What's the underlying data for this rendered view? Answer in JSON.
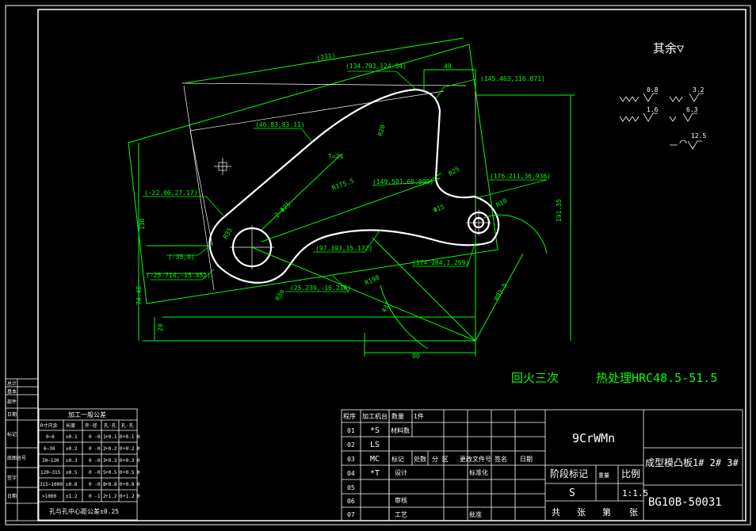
{
  "colors": {
    "background": "#000000",
    "frame": "#ffffff",
    "dimension": "#00ff00",
    "part": "#ffffff",
    "center": "#ffffff",
    "title_text": "#ffffff",
    "note": "#00ff00"
  },
  "roughness": {
    "title": "其余▽",
    "symbols": [
      "0.8",
      "3.2",
      "1.6",
      "6.3",
      "12.5"
    ]
  },
  "dimensions": {
    "overall_length": "(231)",
    "top_width": "40",
    "height_total": "191.35",
    "height_left": "130",
    "offset_74": "74.48",
    "base_20": "20",
    "base_90": "90",
    "angle": "43°",
    "radius_R175": "R175.5",
    "radius_R20": "R20",
    "radius_R25": "R25",
    "radius_R10": "R10",
    "radius_R35": "R35",
    "radius_R190": "R190",
    "radius_R93": "R93.5",
    "radius_R30": "R30",
    "hole_big": "2-Φ25",
    "hole_small": "Φ15",
    "text_T": "T=24",
    "coord_1": "(134.793,124.54)",
    "coord_2": "(145.463,116.871)",
    "coord_3": "(46.83,83.11)",
    "coord_4": "(-22.06,27.17)",
    "coord_5": "(149.501,60.099)",
    "coord_6": "(176.211,36.936)",
    "coord_7": "(-35,0)",
    "coord_8": "(-25.714,-15.452)",
    "coord_9": "(97.393,15.177)",
    "coord_10": "(174.284,1.269)",
    "coord_11": "(25.239,-16.216)"
  },
  "notes": {
    "tempering": "回火三次",
    "heat_treatment": "热处理HRC48.5-51.5"
  },
  "tolerance_table": {
    "title": "加工一般公差",
    "headers": [
      "R寸尺余",
      "长度",
      "外·径",
      "孔·孔",
      "孔·孔"
    ],
    "rows": [
      [
        "0~6",
        "±0.1",
        "0\n-0.1",
        "+0.1\n0",
        "+0.1\n0"
      ],
      [
        "6~30",
        "±0.2",
        "0\n-0.2",
        "+0.2\n0",
        "+0.2\n0"
      ],
      [
        "30~120",
        "±0.3",
        "0\n-0.3",
        "+0.3\n0",
        "+0.3\n0"
      ],
      [
        "120~315",
        "±0.5",
        "0\n-0.5",
        "+0.5\n0",
        "+0.5\n0"
      ],
      [
        "315~1000",
        "±0.8",
        "0\n-0.8",
        "+0.8\n0",
        "+0.8\n0"
      ],
      [
        ">1000",
        "±1.2",
        "0\n-1.2",
        "+1.2\n0",
        "+1.2\n0"
      ]
    ],
    "footer": "孔与孔中心距公差±0.25"
  },
  "process_table": {
    "headers": [
      "程序",
      "加工机台"
    ],
    "rows": [
      [
        "01",
        "*S"
      ],
      [
        "02",
        "LS"
      ],
      [
        "03",
        "MC"
      ],
      [
        "04",
        "*T"
      ],
      [
        "05",
        ""
      ],
      [
        "06",
        ""
      ],
      [
        "07",
        ""
      ]
    ]
  },
  "title_block": {
    "qty_label": "数量",
    "pieces_label": "1件",
    "material_label": "材料数",
    "material": "9CrWMn",
    "rev_headers": [
      "标记",
      "处数",
      "分 区",
      "更改文件号",
      "签名",
      "日期"
    ],
    "design": "设计",
    "standard": "标准化",
    "review": "审核",
    "process": "工艺",
    "approve": "批准",
    "stage_mark": "阶段标记",
    "weight": "重量",
    "scale": "比例",
    "scale_value": "1:1.5",
    "stage_s": "S",
    "sheets": [
      "共",
      "张",
      "第",
      "张"
    ],
    "part_name": "成型模凸板1# 2# 3#",
    "drawing_no": "BG10B-50031"
  },
  "side_labels": [
    "总计",
    "基本",
    "部件",
    "日期",
    "标记",
    "底图总号",
    "签字",
    "日期"
  ]
}
